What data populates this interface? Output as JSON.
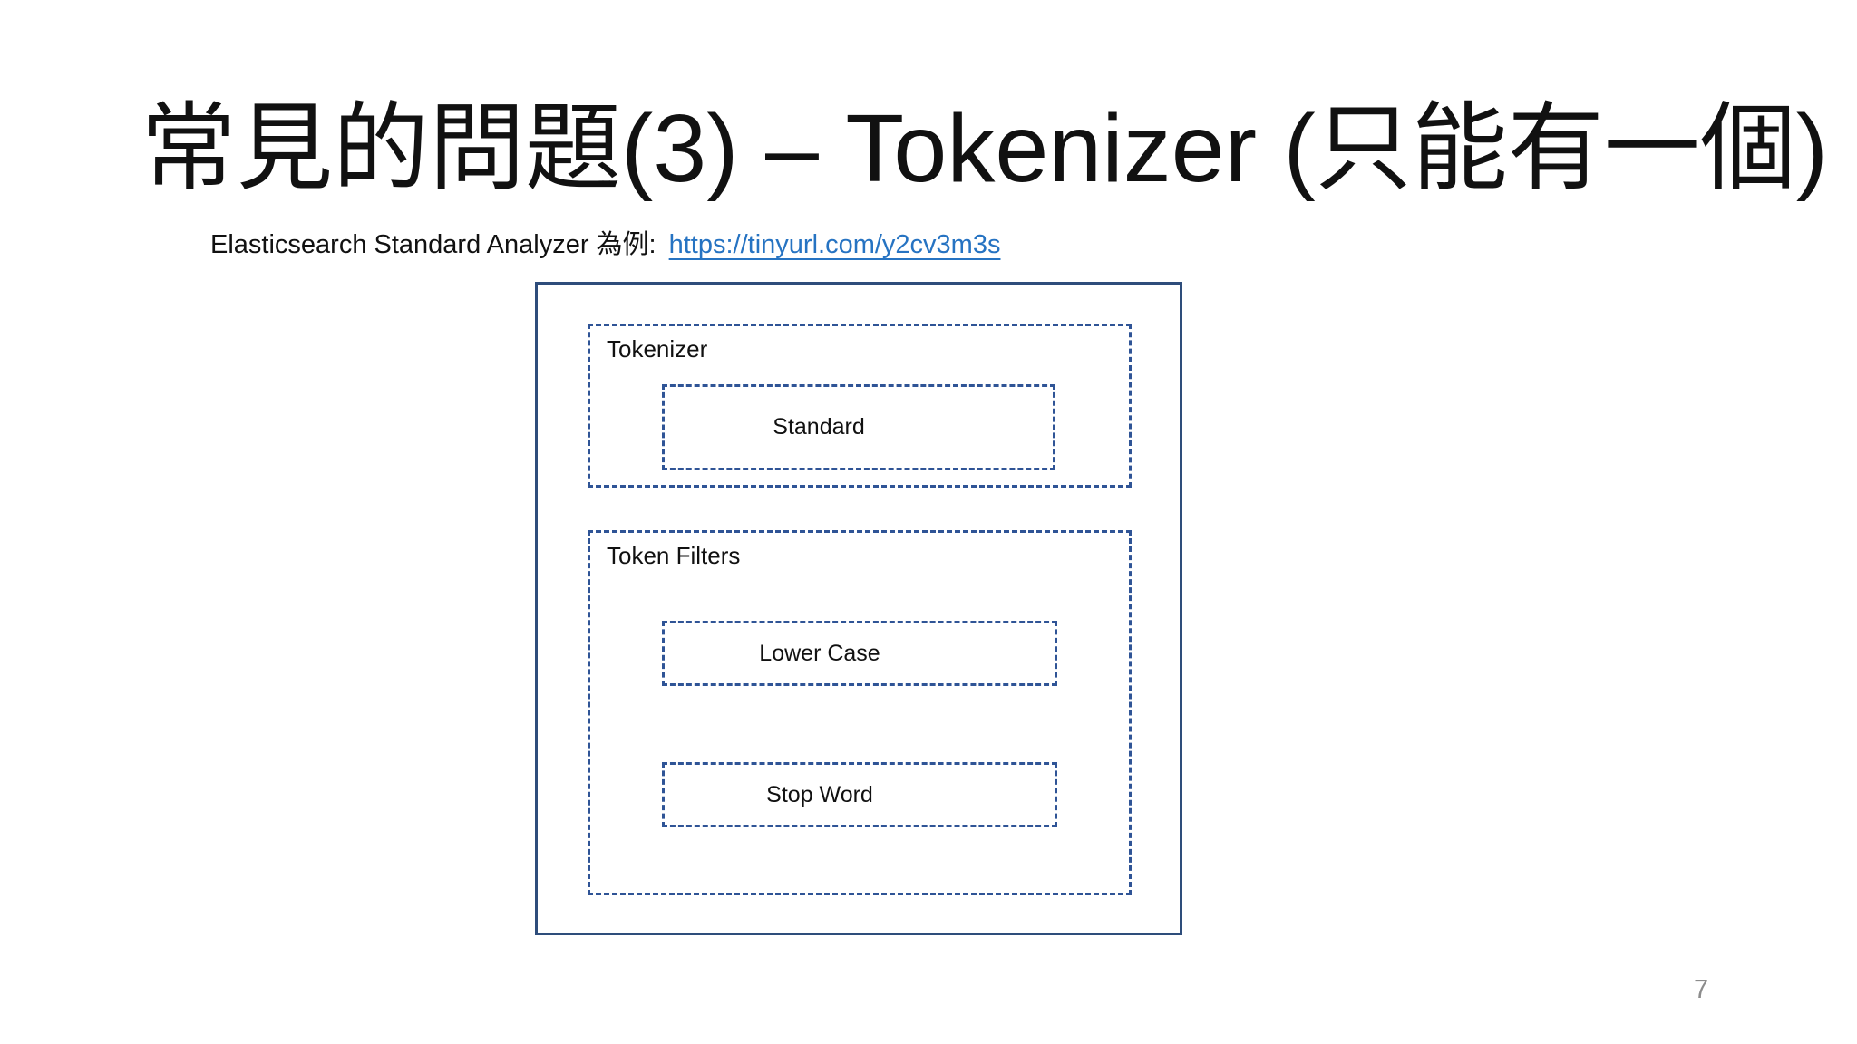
{
  "slide": {
    "title": "常見的問題(3) – Tokenizer (只能有一個)",
    "subtitle": {
      "text": "Elasticsearch Standard Analyzer 為例:",
      "link": "https://tinyurl.com/y2cv3m3s"
    },
    "page_number": "7"
  },
  "diagram": {
    "groups": [
      {
        "label": "Tokenizer",
        "items": [
          "Standard"
        ]
      },
      {
        "label": "Token Filters",
        "items": [
          "Lower Case",
          "Stop Word"
        ]
      }
    ]
  },
  "colors": {
    "outer_border": "#2E4D7B",
    "dashed_border": "#2F5496",
    "link": "#2673C2",
    "text": "#111111",
    "page_number": "#8C8C8C",
    "bg": "#FFFFFF"
  }
}
